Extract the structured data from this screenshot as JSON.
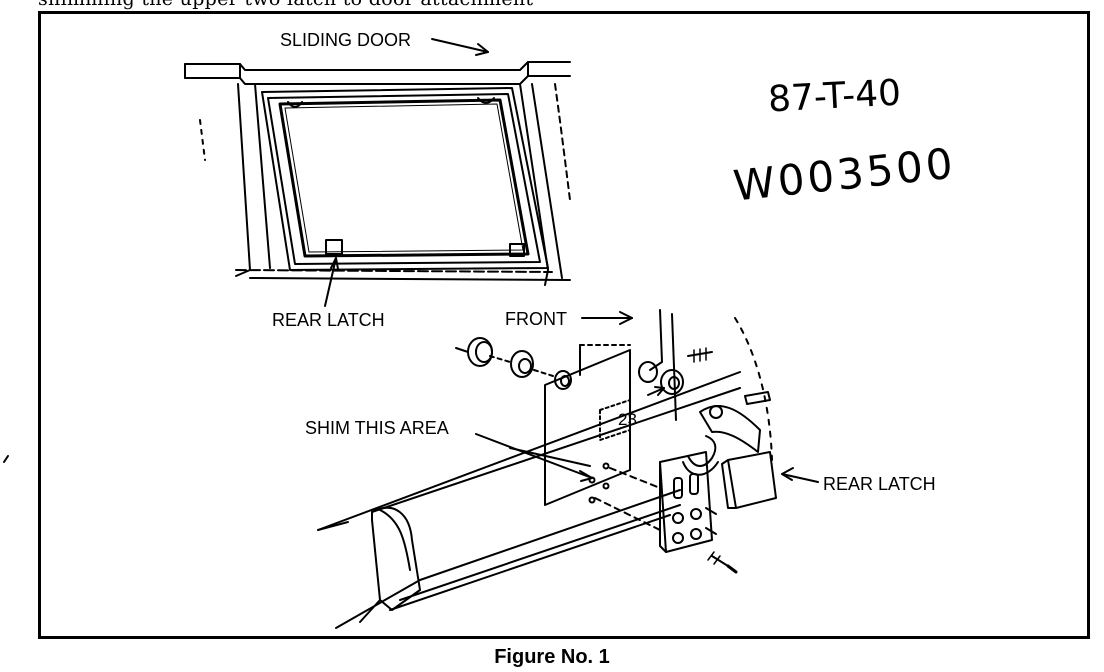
{
  "top_caption": "shimming the upper two latch to door attachment",
  "labels": {
    "sliding_door": "SLIDING DOOR",
    "rear_latch_left": "REAR LATCH",
    "front": "FRONT",
    "shim_this_area": "SHIM THIS AREA",
    "number_23": "23",
    "rear_latch_right": "REAR LATCH"
  },
  "handwritten": {
    "line1": "87-T-40",
    "line2": "W003500"
  },
  "figure_caption": "Figure No. 1"
}
